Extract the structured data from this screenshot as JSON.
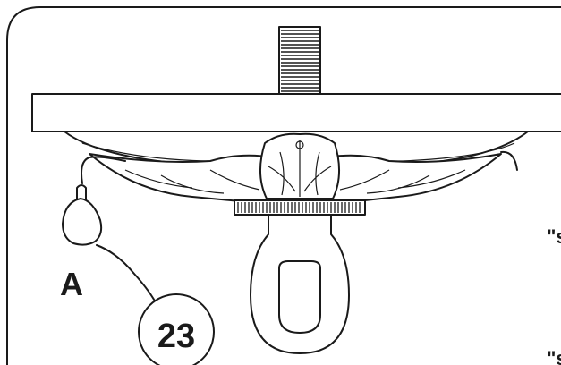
{
  "figure": {
    "part_label": "A",
    "step_number": "23",
    "edge_text_top": "\"s",
    "edge_text_bottom": "\"s"
  },
  "colors": {
    "ink": "#1a1a1a",
    "paper": "#ffffff"
  }
}
